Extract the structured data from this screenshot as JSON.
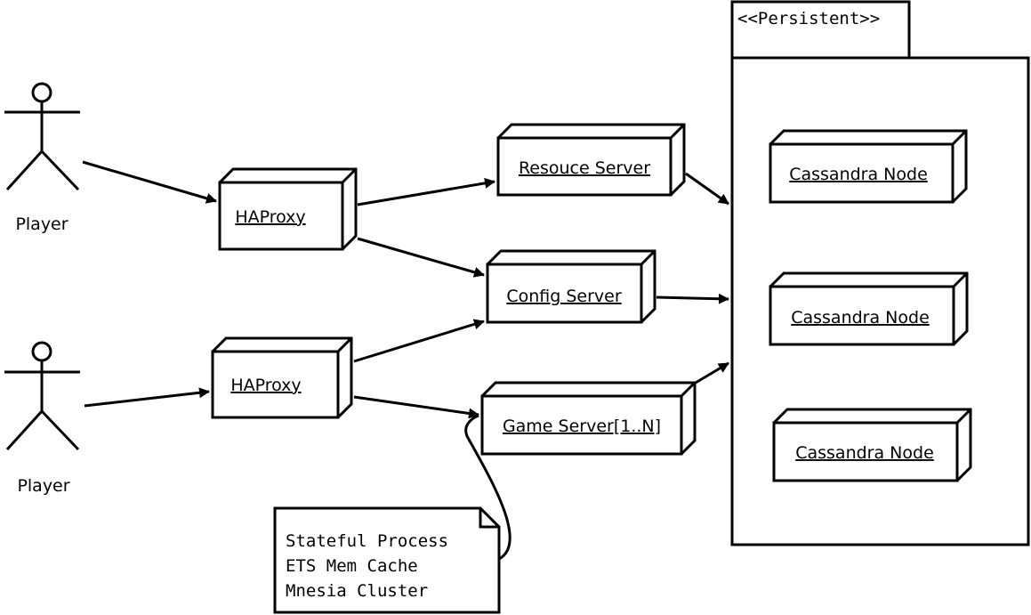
{
  "actors": [
    {
      "label": "Player"
    },
    {
      "label": "Player"
    }
  ],
  "nodes": {
    "haproxy_1": "HAProxy",
    "haproxy_2": "HAProxy",
    "resource_server": "Resouce Server",
    "config_server": "Config Server",
    "game_server": "Game Server[1..N]",
    "cassandra_1": "Cassandra Node",
    "cassandra_2": "Cassandra Node",
    "cassandra_3": "Cassandra Node"
  },
  "package": {
    "stereotype": "<<Persistent>>"
  },
  "note": {
    "lines": [
      "Stateful Process",
      "ETS Mem Cache",
      "Mnesia Cluster"
    ]
  }
}
